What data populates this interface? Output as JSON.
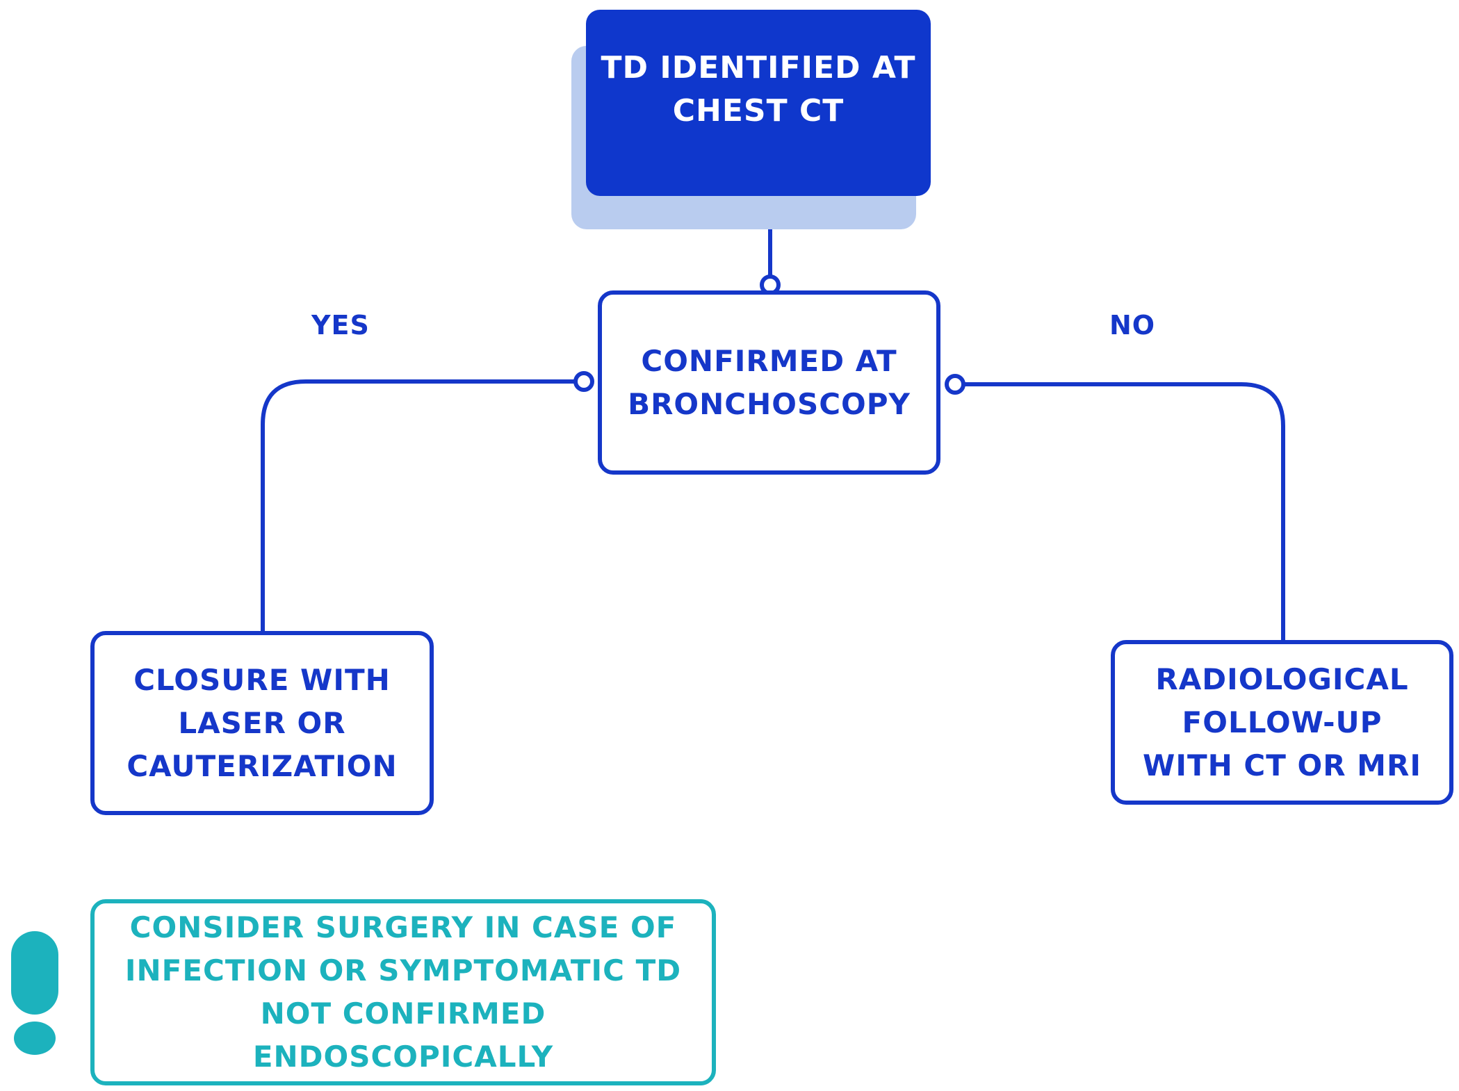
{
  "nodes": {
    "start": "TD IDENTIFIED AT\nCHEST CT",
    "decision": "CONFIRMED AT\nBRONCHOSCOPY",
    "yes_outcome": "CLOSURE WITH\nLASER OR\nCAUTERIZATION",
    "no_outcome": "RADIOLOGICAL\nFOLLOW-UP\nWITH CT OR MRI"
  },
  "edges": {
    "yes_label": "YES",
    "no_label": "NO"
  },
  "note": {
    "icon": "exclamation-icon",
    "text": "CONSIDER SURGERY IN CASE OF\nINFECTION OR SYMPTOMATIC TD\nNOT CONFIRMED\nENDOSCOPICALLY"
  },
  "colors": {
    "primary": "#0f37cc",
    "outline": "#1537c9",
    "shadow": "#b9ccef",
    "note": "#1cb2bd"
  }
}
